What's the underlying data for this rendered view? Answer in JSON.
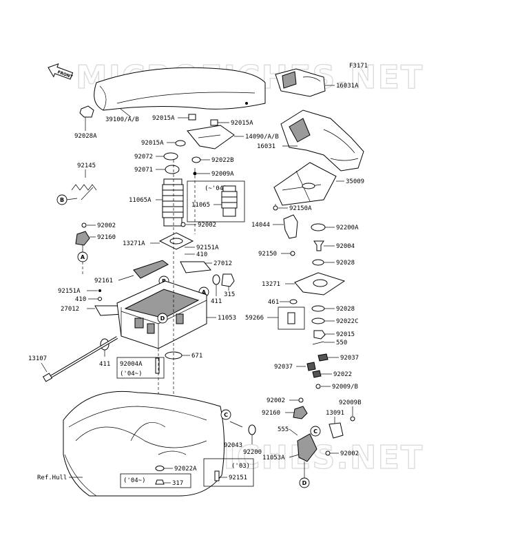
{
  "diagram_code": "F3171",
  "watermark": "MICROFICHES.NET",
  "front_marker": "FRONT",
  "ref_label": "Ref.Hull",
  "callouts": [
    "A",
    "B",
    "C",
    "D"
  ],
  "notes": {
    "until_04": "(~'04)",
    "from_04": "('04~)",
    "y03": "('03)"
  },
  "parts": {
    "p16031A": "16031A",
    "p39100": "39100/A/B",
    "p92015A_1": "92015A",
    "p92015A_2": "92015A",
    "p92028A": "92028A",
    "p14090": "14090/A/B",
    "p92015A_3": "92015A",
    "p16031": "16031",
    "p92072": "92072",
    "p92022B": "92022B",
    "p92071": "92071",
    "p92009A": "92009A",
    "p92145": "92145",
    "p35009": "35009",
    "p11065A": "11065A",
    "p11065": "11065",
    "p92150A": "92150A",
    "p92002_a": "92002",
    "p92002_b": "92002",
    "p14044": "14044",
    "p92200A": "92200A",
    "p92160_a": "92160",
    "p13271A": "13271A",
    "p92151A_a": "92151A",
    "p410_a": "410",
    "p92004": "92004",
    "p92150": "92150",
    "p27012_a": "27012",
    "p92028_a": "92028",
    "p92161": "92161",
    "p315": "315",
    "p13271": "13271",
    "p92151A_b": "92151A",
    "p411_a": "411",
    "p410_b": "410",
    "p461": "461",
    "p92028_b": "92028",
    "p27012_b": "27012",
    "p11053": "11053",
    "p59266": "59266",
    "p92022C": "92022C",
    "p92015": "92015",
    "p550": "550",
    "p671": "671",
    "p13107": "13107",
    "p92004A": "92004A",
    "p92037_a": "92037",
    "p92037_b": "92037",
    "p411_b": "411",
    "p92022": "92022",
    "p92009B_slash": "92009/B",
    "p92002_c": "92002",
    "p92009B": "92009B",
    "p92160_b": "92160",
    "p13091": "13091",
    "p92043": "92043",
    "p555": "555",
    "p92200": "92200",
    "p11053A": "11053A",
    "p92002_d": "92002",
    "p92022A": "92022A",
    "p317": "317",
    "p92151": "92151"
  }
}
